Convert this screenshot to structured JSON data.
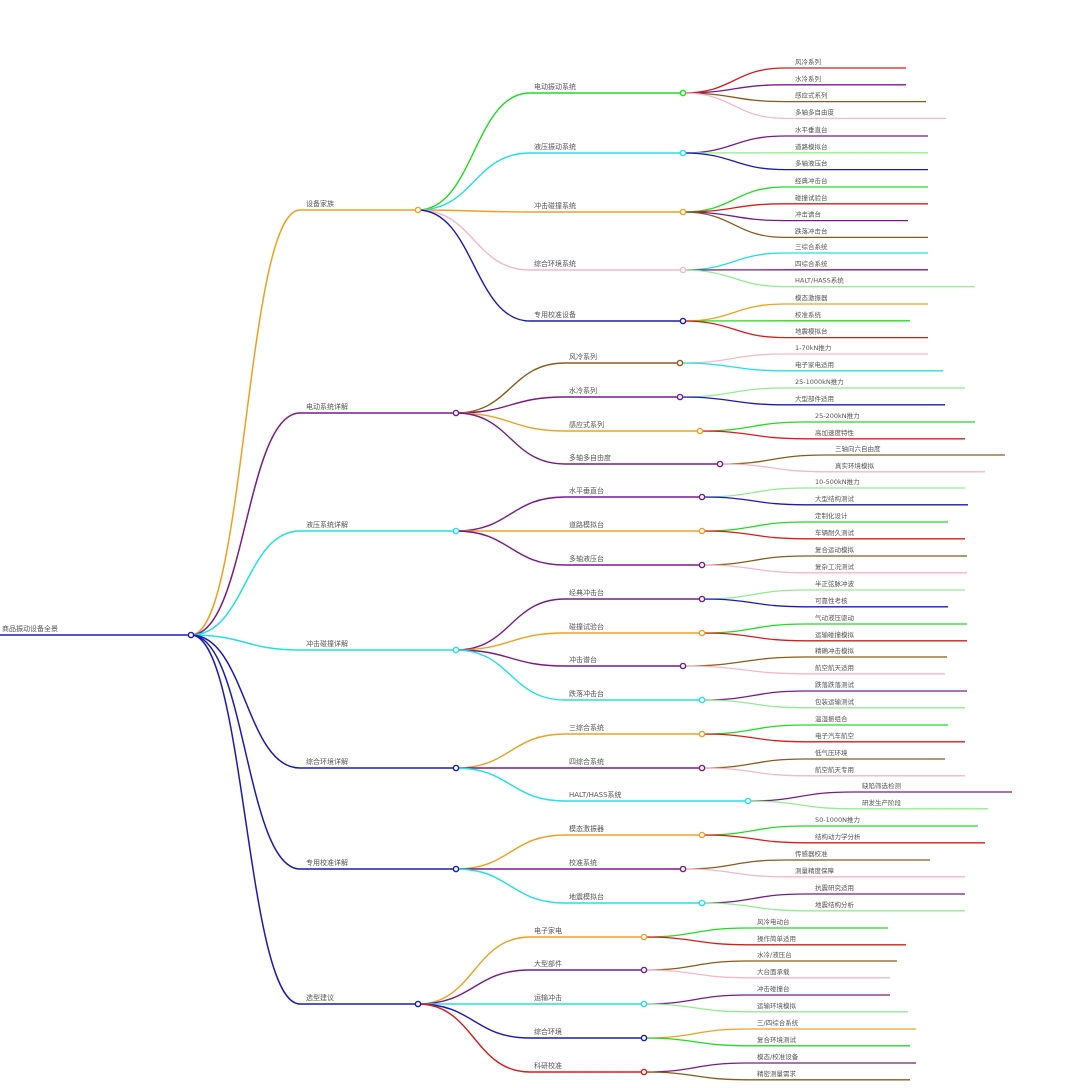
{
  "palette": {
    "root": "#1a1ab8",
    "orange": "#f0a020",
    "purple": "#7a1a8a",
    "cyan": "#20e0e8",
    "navy": "#1a1ab8",
    "green": "#20dd20",
    "red": "#dd1a1a",
    "brown": "#8b5a1a",
    "pink": "#f4b8c8",
    "lightgreen": "#90ee90",
    "blue": "#2030d0"
  },
  "root": {
    "label": "商品振动设备全景",
    "children": [
      {
        "label": "设备家族",
        "color": "orange",
        "children": [
          {
            "label": "电动振动系统",
            "color": "green",
            "children": [
              {
                "label": "风冷系列",
                "color": "red"
              },
              {
                "label": "水冷系列",
                "color": "purple"
              },
              {
                "label": "感应式系列",
                "color": "brown"
              },
              {
                "label": "多轴多自由度",
                "color": "pink"
              }
            ]
          },
          {
            "label": "液压振动系统",
            "color": "cyan",
            "children": [
              {
                "label": "水平垂直台",
                "color": "purple"
              },
              {
                "label": "道路模拟台",
                "color": "lightgreen"
              },
              {
                "label": "多轴液压台",
                "color": "navy"
              }
            ]
          },
          {
            "label": "冲击碰撞系统",
            "color": "orange",
            "children": [
              {
                "label": "经典冲击台",
                "color": "green"
              },
              {
                "label": "碰撞试验台",
                "color": "red"
              },
              {
                "label": "冲击谱台",
                "color": "purple"
              },
              {
                "label": "跌落冲击台",
                "color": "brown"
              }
            ]
          },
          {
            "label": "综合环境系统",
            "color": "pink",
            "children": [
              {
                "label": "三综合系统",
                "color": "cyan"
              },
              {
                "label": "四综合系统",
                "color": "purple"
              },
              {
                "label": "HALT/HASS系统",
                "color": "lightgreen"
              }
            ]
          },
          {
            "label": "专用校准设备",
            "color": "navy",
            "children": [
              {
                "label": "模态激振器",
                "color": "orange"
              },
              {
                "label": "校准系统",
                "color": "green"
              },
              {
                "label": "地震模拟台",
                "color": "red"
              }
            ]
          }
        ]
      },
      {
        "label": "电动系统详解",
        "color": "purple",
        "children": [
          {
            "label": "风冷系列",
            "color": "brown",
            "children": [
              {
                "label": "1-70kN推力",
                "color": "pink"
              },
              {
                "label": "电子家电适用",
                "color": "cyan"
              }
            ]
          },
          {
            "label": "水冷系列",
            "color": "purple",
            "children": [
              {
                "label": "25-1000kN推力",
                "color": "lightgreen"
              },
              {
                "label": "大型部件适用",
                "color": "navy"
              }
            ]
          },
          {
            "label": "感应式系列",
            "color": "orange",
            "children": [
              {
                "label": "25-200kN推力",
                "color": "green"
              },
              {
                "label": "高加速度特性",
                "color": "red"
              }
            ]
          },
          {
            "label": "多轴多自由度",
            "color": "purple",
            "children": [
              {
                "label": "三轴向六自由度",
                "color": "brown"
              },
              {
                "label": "真实环境模拟",
                "color": "pink"
              }
            ]
          }
        ]
      },
      {
        "label": "液压系统详解",
        "color": "cyan",
        "children": [
          {
            "label": "水平垂直台",
            "color": "purple",
            "children": [
              {
                "label": "10-500kN推力",
                "color": "lightgreen"
              },
              {
                "label": "大型结构测试",
                "color": "navy"
              }
            ]
          },
          {
            "label": "道路模拟台",
            "color": "orange",
            "children": [
              {
                "label": "定制化设计",
                "color": "green"
              },
              {
                "label": "车辆耐久测试",
                "color": "red"
              }
            ]
          },
          {
            "label": "多轴液压台",
            "color": "purple",
            "children": [
              {
                "label": "复合运动模拟",
                "color": "brown"
              },
              {
                "label": "复杂工况测试",
                "color": "pink"
              }
            ]
          }
        ]
      },
      {
        "label": "冲击碰撞详解",
        "color": "cyan",
        "children": [
          {
            "label": "经典冲击台",
            "color": "purple",
            "children": [
              {
                "label": "半正弦脉冲波",
                "color": "lightgreen"
              },
              {
                "label": "可靠性考核",
                "color": "navy"
              }
            ]
          },
          {
            "label": "碰撞试验台",
            "color": "orange",
            "children": [
              {
                "label": "气动液压驱动",
                "color": "green"
              },
              {
                "label": "运输碰撞模拟",
                "color": "red"
              }
            ]
          },
          {
            "label": "冲击谱台",
            "color": "purple",
            "children": [
              {
                "label": "精确冲击模拟",
                "color": "brown"
              },
              {
                "label": "航空航天适用",
                "color": "pink"
              }
            ]
          },
          {
            "label": "跌落冲击台",
            "color": "cyan",
            "children": [
              {
                "label": "跌落跌落测试",
                "color": "purple"
              },
              {
                "label": "包装运输测试",
                "color": "lightgreen"
              }
            ]
          }
        ]
      },
      {
        "label": "综合环境详解",
        "color": "navy",
        "children": [
          {
            "label": "三综合系统",
            "color": "orange",
            "children": [
              {
                "label": "温湿振组合",
                "color": "green"
              },
              {
                "label": "电子汽车航空",
                "color": "red"
              }
            ]
          },
          {
            "label": "四综合系统",
            "color": "purple",
            "children": [
              {
                "label": "低气压环境",
                "color": "brown"
              },
              {
                "label": "航空航天专用",
                "color": "pink"
              }
            ]
          },
          {
            "label": "HALT/HASS系统",
            "color": "cyan",
            "children": [
              {
                "label": "缺陷筛选检测",
                "color": "purple"
              },
              {
                "label": "研发生产阶段",
                "color": "lightgreen"
              }
            ]
          }
        ]
      },
      {
        "label": "专用校准详解",
        "color": "navy",
        "children": [
          {
            "label": "模态激振器",
            "color": "orange",
            "children": [
              {
                "label": "50-1000N推力",
                "color": "green"
              },
              {
                "label": "结构动力学分析",
                "color": "red"
              }
            ]
          },
          {
            "label": "校准系统",
            "color": "purple",
            "children": [
              {
                "label": "传感器校准",
                "color": "brown"
              },
              {
                "label": "测量精度保障",
                "color": "pink"
              }
            ]
          },
          {
            "label": "地震模拟台",
            "color": "cyan",
            "children": [
              {
                "label": "抗震研究适用",
                "color": "purple"
              },
              {
                "label": "地震结构分析",
                "color": "lightgreen"
              }
            ]
          }
        ]
      },
      {
        "label": "选型建议",
        "color": "navy",
        "children": [
          {
            "label": "电子家电",
            "color": "orange",
            "children": [
              {
                "label": "风冷电动台",
                "color": "green"
              },
              {
                "label": "操作简单适用",
                "color": "red"
              }
            ]
          },
          {
            "label": "大型部件",
            "color": "purple",
            "children": [
              {
                "label": "水冷/液压台",
                "color": "brown"
              },
              {
                "label": "大台面承载",
                "color": "pink"
              }
            ]
          },
          {
            "label": "运输冲击",
            "color": "cyan",
            "children": [
              {
                "label": "冲击碰撞台",
                "color": "purple"
              },
              {
                "label": "运输环境模拟",
                "color": "lightgreen"
              }
            ]
          },
          {
            "label": "综合环境",
            "color": "navy",
            "children": [
              {
                "label": "三/四综合系统",
                "color": "orange"
              },
              {
                "label": "复合环境测试",
                "color": "green"
              }
            ]
          },
          {
            "label": "科研校准",
            "color": "red",
            "children": [
              {
                "label": "模态/校准设备",
                "color": "purple"
              },
              {
                "label": "精密测量需求",
                "color": "brown"
              }
            ]
          }
        ]
      }
    ]
  }
}
